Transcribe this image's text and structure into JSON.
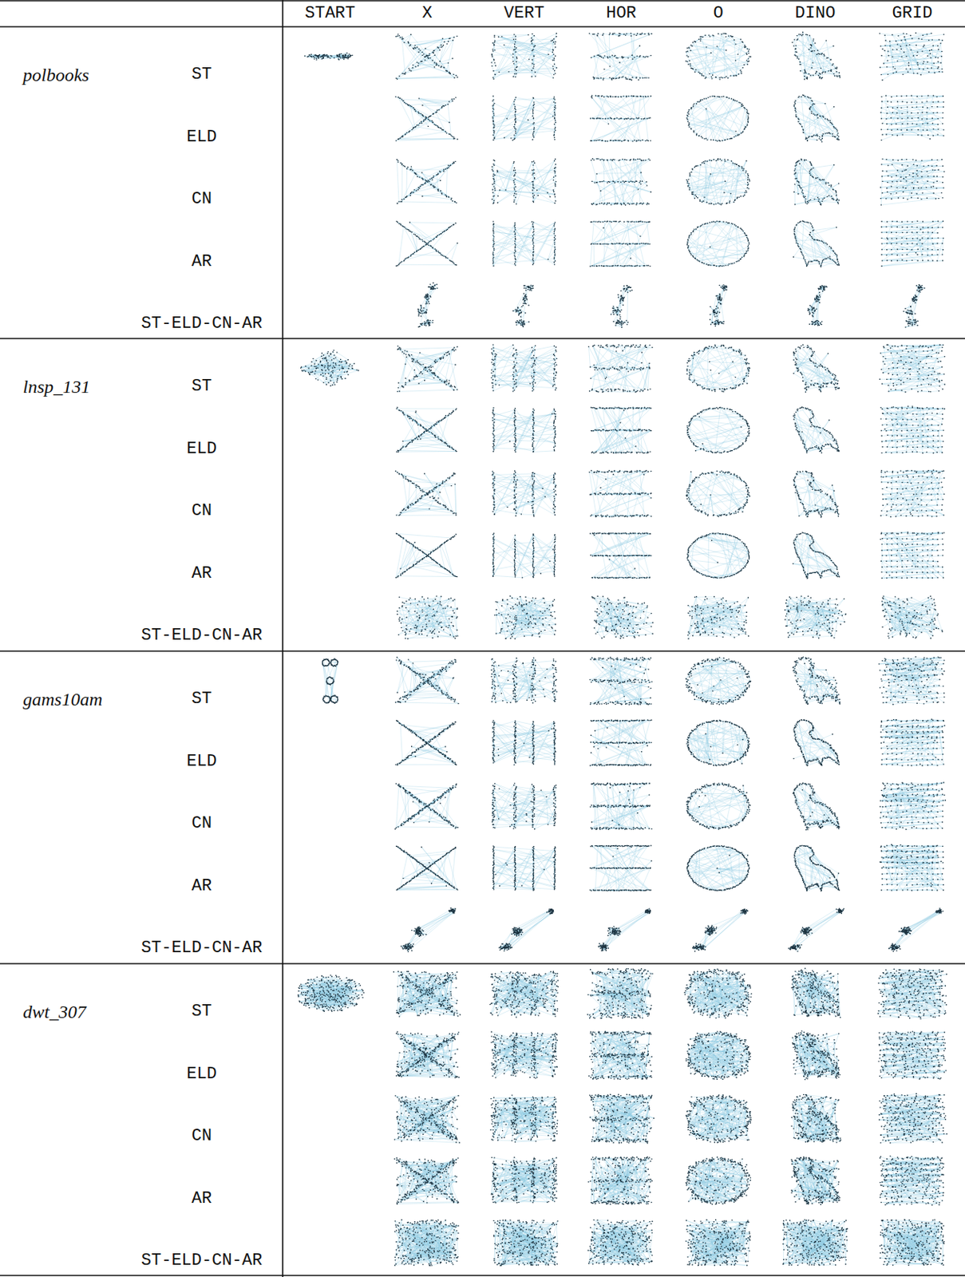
{
  "diagram": {
    "labels": [
      "START",
      "X",
      "VERT",
      "HOR",
      "O",
      "DINO",
      "GRID",
      "polbooks",
      "ST",
      "ELD",
      "CN",
      "AR",
      "ST-ELD-CN-AR",
      "lnsp_131",
      "ST",
      "ELD",
      "CN",
      "AR",
      "ST-ELD-CN-AR",
      "gams10am",
      "ST",
      "ELD",
      "CN",
      "AR",
      "ST-ELD-CN-AR",
      "dwt_307",
      "ST",
      "ELD",
      "CN",
      "AR",
      "ST-ELD-CN-AR"
    ]
  }
}
